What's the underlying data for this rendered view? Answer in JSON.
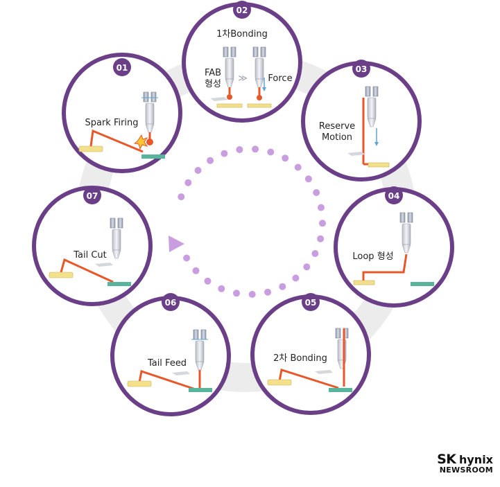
{
  "steps": [
    {
      "num": "01",
      "label": "Spark Firing"
    },
    {
      "num": "02",
      "label": "1차Bonding",
      "sub_left_1": "FAB",
      "sub_left_2": "형성",
      "sub_right": "Force",
      "arrow": "≫"
    },
    {
      "num": "03",
      "label_1": "Reserve",
      "label_2": "Motion"
    },
    {
      "num": "04",
      "label": "Loop 형성"
    },
    {
      "num": "05",
      "label": "2차 Bonding"
    },
    {
      "num": "06",
      "label": "Tail Feed"
    },
    {
      "num": "07",
      "label": "Tail Cut"
    }
  ],
  "brand": {
    "sk": "SK",
    "hynix": "hynix",
    "newsroom": "NEWSROOM"
  },
  "colors": {
    "circle_border": "#6b3f87",
    "badge": "#6b3f87",
    "ring": "#ececec",
    "dots": "#c99ee0",
    "wire": "#e8572a",
    "pad_yellow": "#f3e08a",
    "pad_teal": "#58b49a"
  }
}
